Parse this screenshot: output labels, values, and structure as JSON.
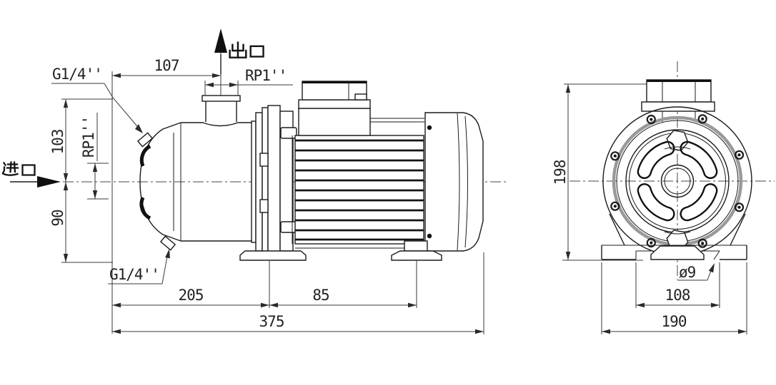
{
  "side_view": {
    "inlet_label": "进口",
    "outlet_label": "出口",
    "top_plug_label": "G1/4''",
    "bottom_plug_label": "G1/4''",
    "outlet_port_label": "RP1''",
    "inlet_port_label": "RP1''",
    "dim_outlet_to_front": "107",
    "dim_height_above_axis": "103",
    "dim_height_below_axis": "90",
    "dim_front_to_foot": "205",
    "dim_foot_to_foot": "85",
    "dim_overall_length": "375"
  },
  "front_view": {
    "dim_overall_height": "198",
    "foot_hole_label": "ø9",
    "dim_foot_hole_span": "108",
    "dim_overall_width": "190"
  },
  "colors": {
    "line": "#1b1b1b",
    "dimension": "#3a3a3a",
    "gasket_ring": "#9a9a9a",
    "background": "#ffffff"
  }
}
